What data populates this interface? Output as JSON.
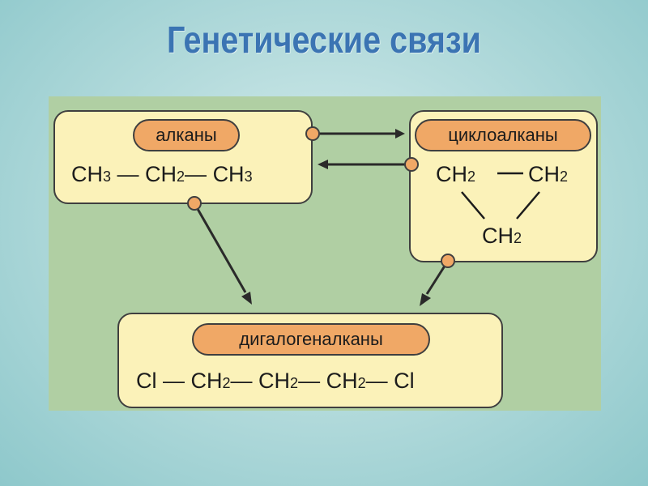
{
  "title": "Генетические связи",
  "colors": {
    "title": "#3b74b3",
    "panel": "#b0cfa3",
    "box_fill": "#fbf2b9",
    "pill_fill": "#f0a866",
    "stroke": "#3f3f3f"
  },
  "alkanes": {
    "label": "алканы",
    "formula": [
      {
        "main": "CH",
        "sub": "3"
      },
      {
        "sep": " — "
      },
      {
        "main": "CH",
        "sub": "2"
      },
      {
        "sep": "— "
      },
      {
        "main": "CH",
        "sub": "3"
      }
    ]
  },
  "cycloalkanes": {
    "label": "циклоалканы",
    "top_left": {
      "main": "CH",
      "sub": "2"
    },
    "top_right": {
      "main": "CH",
      "sub": "2"
    },
    "bottom": {
      "main": "CH",
      "sub": "2"
    }
  },
  "dihaloalkanes": {
    "label": "дигалогеналканы",
    "cl_left": "Cl",
    "cl_right": "Cl",
    "ch2_1": {
      "main": "CH",
      "sub": "2"
    },
    "ch2_2": {
      "main": "CH",
      "sub": "2"
    },
    "ch2_3": {
      "main": "CH",
      "sub": "2"
    },
    "dash_1": " — ",
    "dash_2": "— ",
    "dash_3": "— ",
    "dash_4": "— "
  }
}
